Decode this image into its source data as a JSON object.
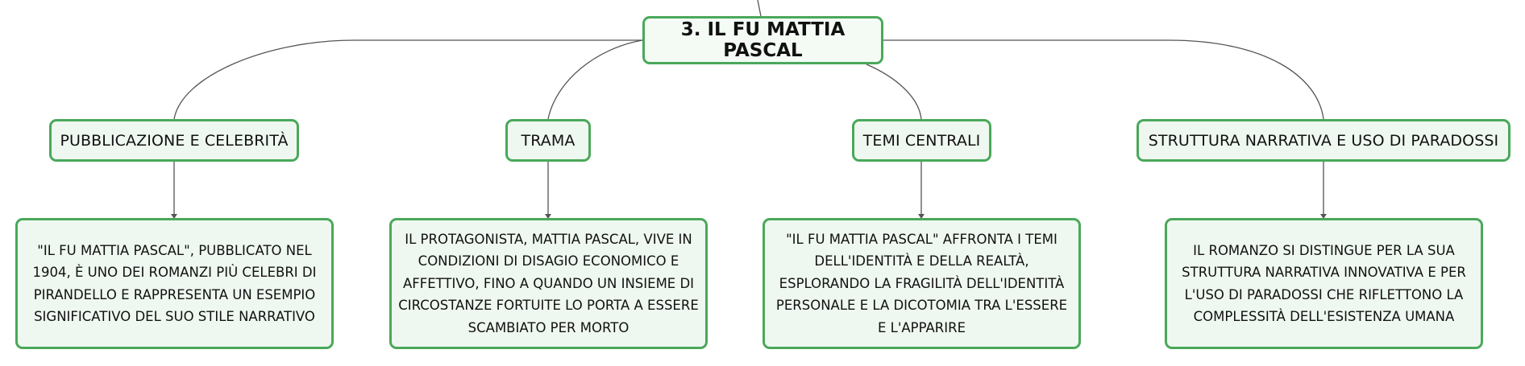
{
  "colors": {
    "border": "#4aa85a",
    "fill": "#eff8f0",
    "line": "#555555"
  },
  "root": {
    "label": "3. IL FU MATTIA PASCAL"
  },
  "topics": [
    {
      "label": "PUBBLICAZIONE E CELEBRITÀ"
    },
    {
      "label": "TRAMA"
    },
    {
      "label": "TEMI CENTRALI"
    },
    {
      "label": "STRUTTURA NARRATIVA E USO DI PARADOSSI"
    }
  ],
  "details": [
    {
      "text": "\"IL FU MATTIA PASCAL\", PUBBLICATO NEL 1904, È UNO DEI ROMANZI PIÙ CELEBRI DI PIRANDELLO E RAPPRESENTA UN ESEMPIO SIGNIFICATIVO DEL SUO STILE NARRATIVO"
    },
    {
      "text": "IL PROTAGONISTA, MATTIA PASCAL, VIVE IN CONDIZIONI DI DISAGIO ECONOMICO E AFFETTIVO, FINO A QUANDO UN INSIEME DI CIRCOSTANZE FORTUITE LO PORTA A ESSERE SCAMBIATO PER MORTO"
    },
    {
      "text": "\"IL FU MATTIA PASCAL\" AFFRONTA I TEMI DELL'IDENTITÀ E DELLA REALTÀ, ESPLORANDO LA FRAGILITÀ DELL'IDENTITÀ PERSONALE E LA DICOTOMIA TRA L'ESSERE E L'APPARIRE"
    },
    {
      "text": "IL ROMANZO SI DISTINGUE PER LA SUA STRUTTURA NARRATIVA INNOVATIVA E PER L'USO DI PARADOSSI CHE RIFLETTONO LA COMPLESSITÀ DELL'ESISTENZA UMANA"
    }
  ]
}
